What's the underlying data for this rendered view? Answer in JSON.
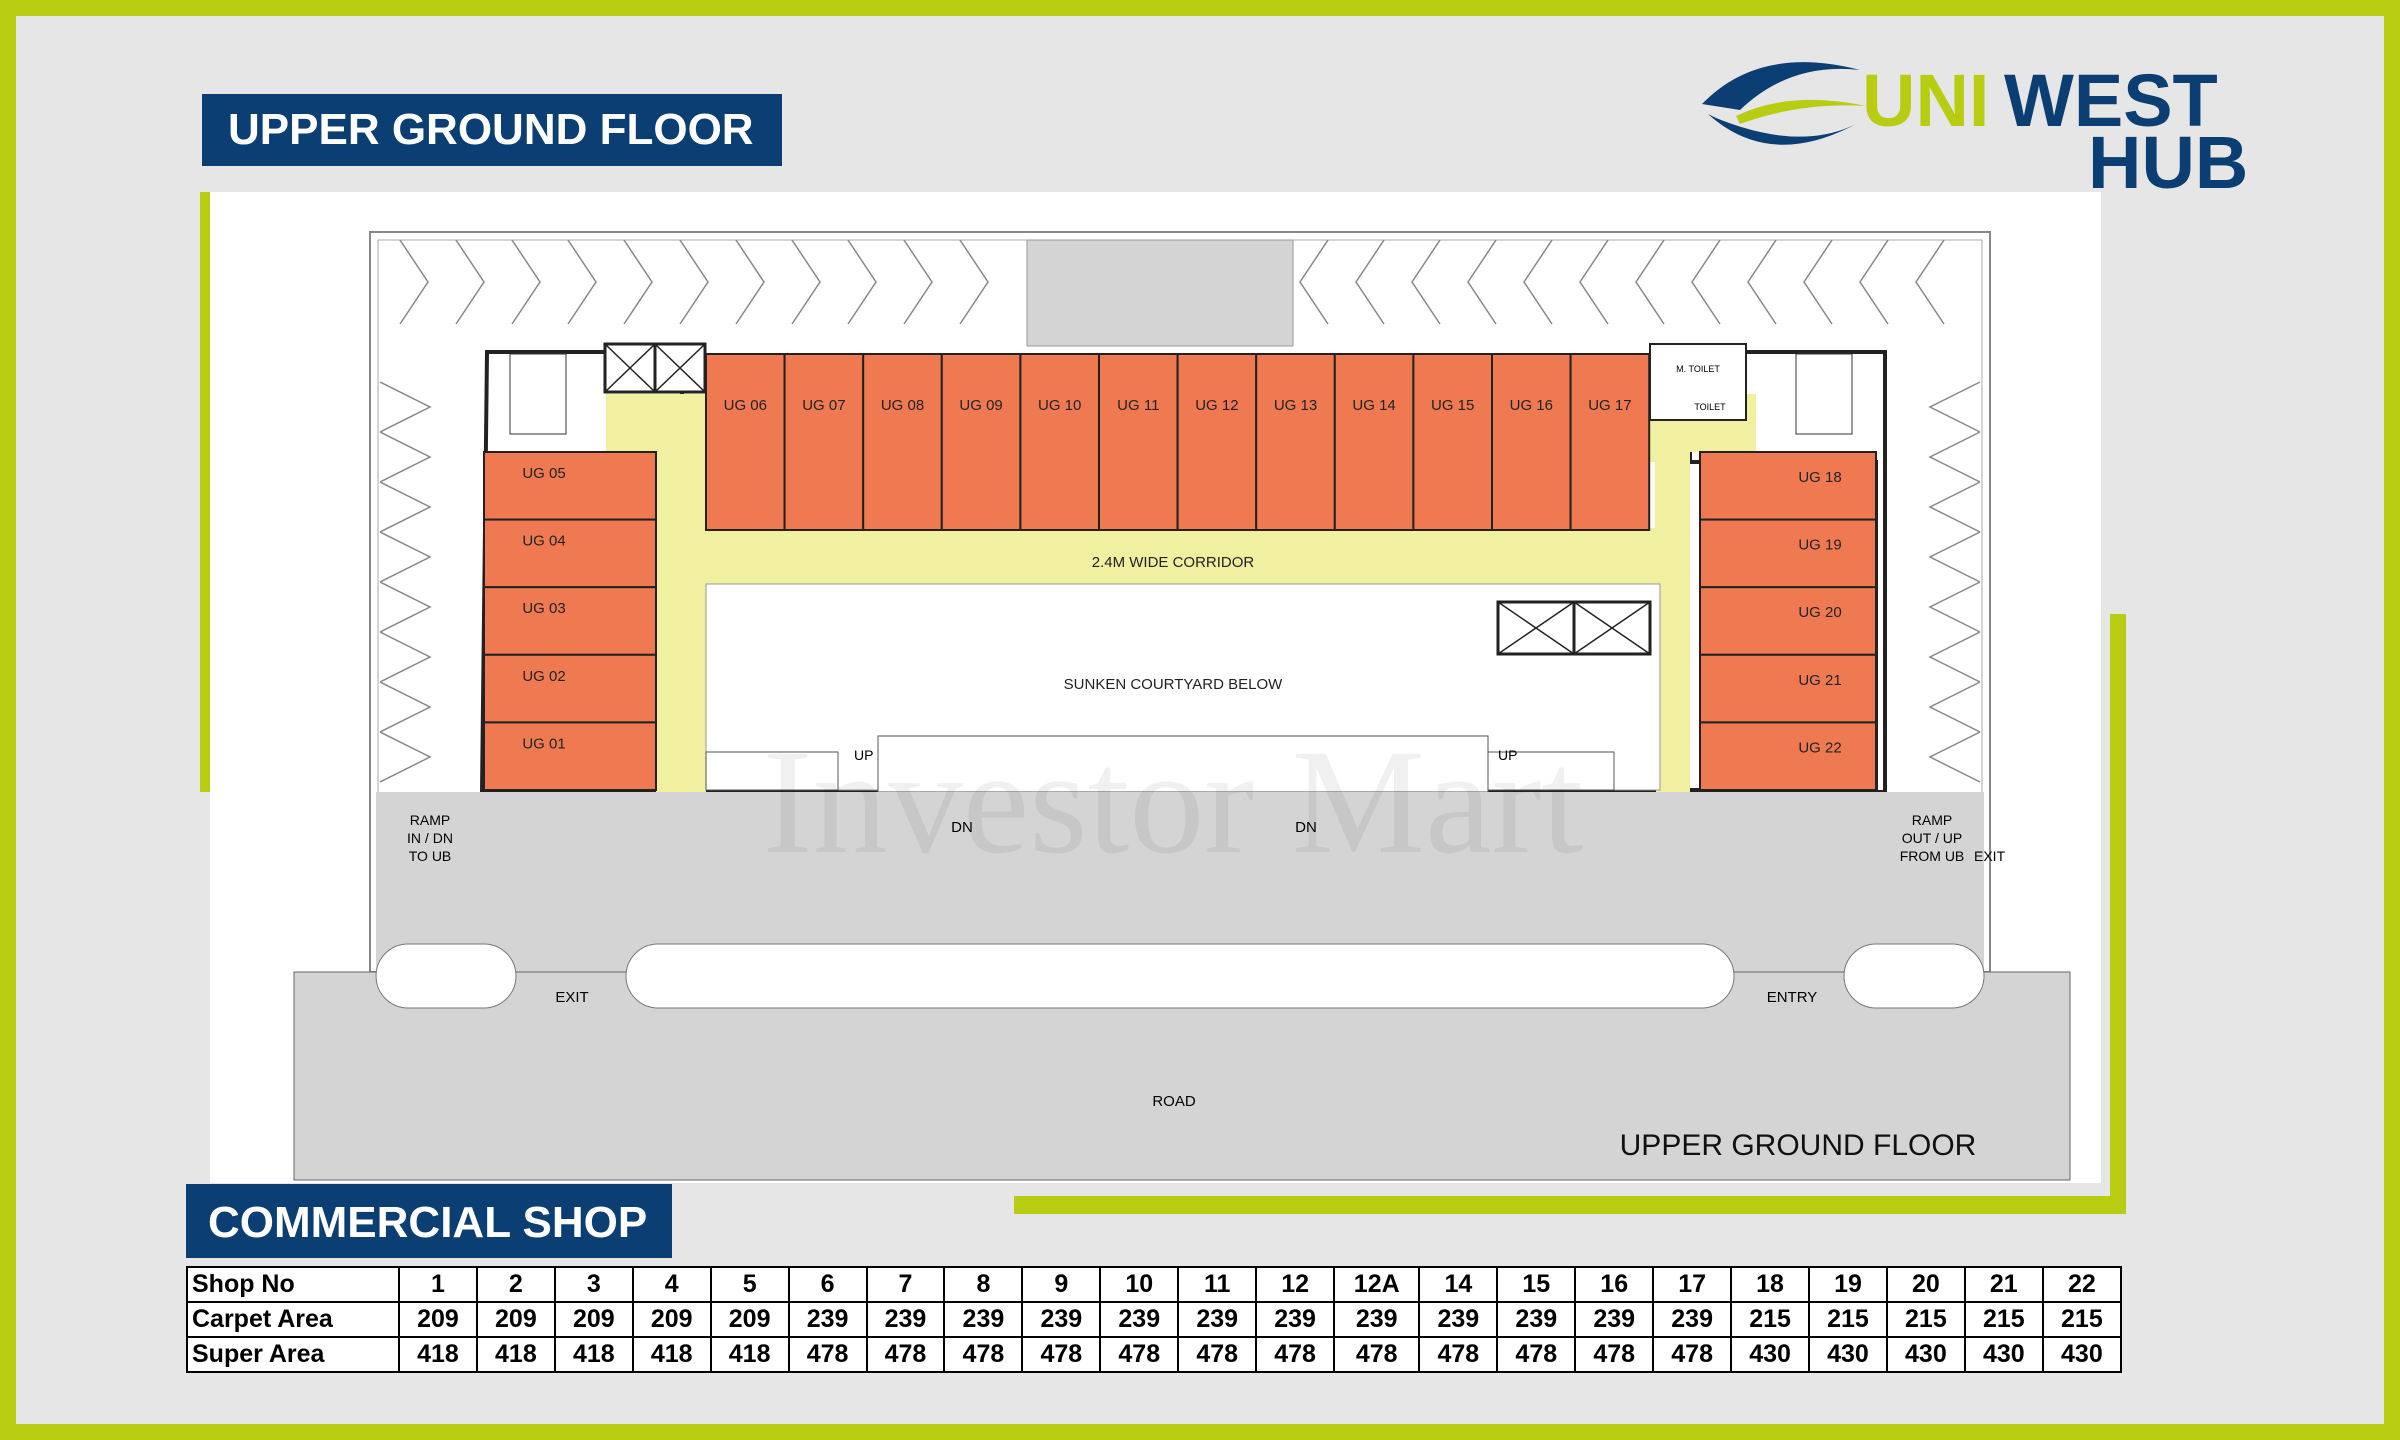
{
  "header": {
    "title": "UPPER GROUND FLOOR"
  },
  "logo": {
    "uni": "UNI",
    "west": "WEST",
    "hub": "HUB",
    "colors": {
      "lime": "#b8cc12",
      "navy": "#0b3e73"
    }
  },
  "plan": {
    "shops": {
      "top": [
        "UG 06",
        "UG 07",
        "UG 08",
        "UG 09",
        "UG 10",
        "UG 11",
        "UG 12",
        "UG 13",
        "UG 14",
        "UG 15",
        "UG 16",
        "UG 17"
      ],
      "left": [
        "UG 05",
        "UG 04",
        "UG 03",
        "UG 02",
        "UG 01"
      ],
      "right": [
        "UG 18",
        "UG 19",
        "UG 20",
        "UG 21",
        "UG 22"
      ]
    },
    "corridor": "2.4M WIDE CORRIDOR",
    "courtyard": "SUNKEN COURTYARD BELOW",
    "up_left": "UP",
    "up_right": "UP",
    "dn_1": "DN",
    "dn_2": "DN",
    "toilet_top": "M. TOILET",
    "toilet_bottom": "TOILET",
    "ramp_left": [
      "RAMP",
      "IN / DN",
      "TO UB"
    ],
    "ramp_right": [
      "RAMP",
      "OUT / UP",
      "FROM UB"
    ],
    "ramp_right_exit": "EXIT",
    "exit": "EXIT",
    "entry": "ENTRY",
    "road": "ROAD",
    "floor_label": "UPPER GROUND FLOOR",
    "watermark": "Investor Mart",
    "colors": {
      "shop": "#ef7a52",
      "corridor": "#f0f0a0",
      "road": "#d4d4d4"
    }
  },
  "section": {
    "title": "COMMERCIAL SHOP"
  },
  "table": {
    "rows": [
      {
        "label": "Shop No",
        "values": [
          "1",
          "2",
          "3",
          "4",
          "5",
          "6",
          "7",
          "8",
          "9",
          "10",
          "11",
          "12",
          "12A",
          "14",
          "15",
          "16",
          "17",
          "18",
          "19",
          "20",
          "21",
          "22"
        ]
      },
      {
        "label": "Carpet Area",
        "values": [
          "209",
          "209",
          "209",
          "209",
          "209",
          "239",
          "239",
          "239",
          "239",
          "239",
          "239",
          "239",
          "239",
          "239",
          "239",
          "239",
          "239",
          "215",
          "215",
          "215",
          "215",
          "215"
        ]
      },
      {
        "label": "Super Area",
        "values": [
          "418",
          "418",
          "418",
          "418",
          "418",
          "478",
          "478",
          "478",
          "478",
          "478",
          "478",
          "478",
          "478",
          "478",
          "478",
          "478",
          "478",
          "430",
          "430",
          "430",
          "430",
          "430"
        ]
      }
    ]
  }
}
